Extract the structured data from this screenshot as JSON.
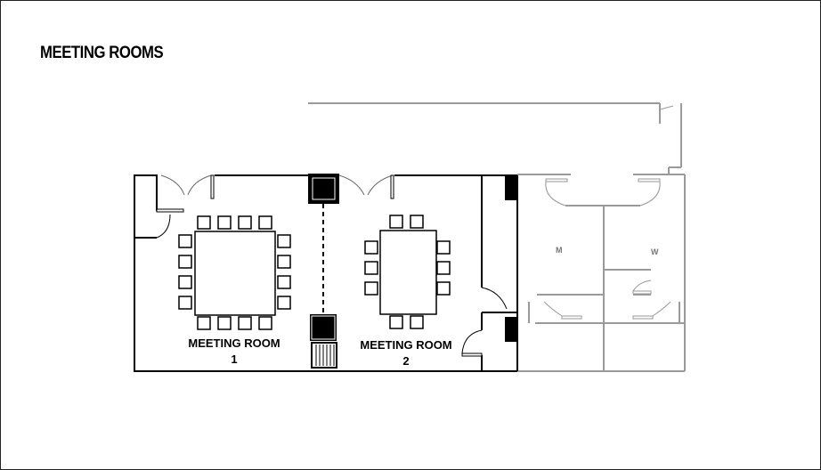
{
  "title": "MEETING ROOMS",
  "rooms": [
    {
      "label_line1": "MEETING ROOM",
      "label_line2": "1"
    },
    {
      "label_line1": "MEETING ROOM",
      "label_line2": "2"
    }
  ],
  "restrooms": {
    "men": "M",
    "women": "W"
  },
  "colors": {
    "walls": "#000000",
    "restroom_walls": "#999999",
    "fill": "#000000"
  }
}
